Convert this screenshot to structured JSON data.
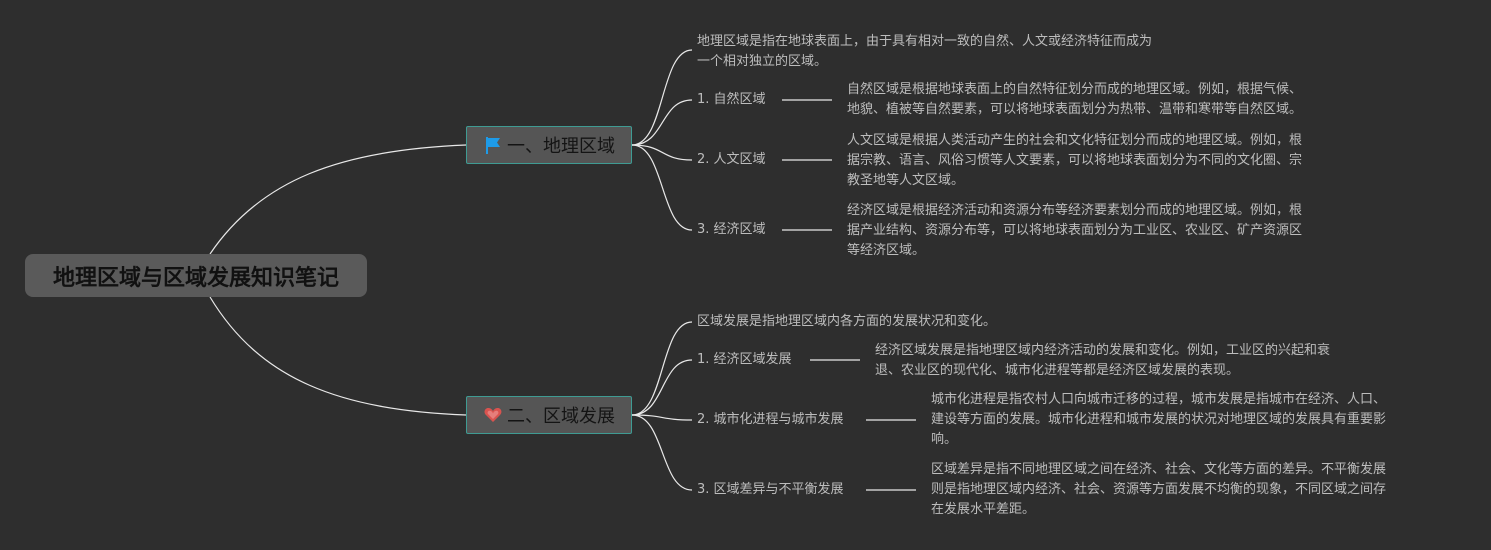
{
  "root": {
    "title": "地理区域与区域发展知识笔记"
  },
  "branches": [
    {
      "title": "一、地理区域",
      "icon": "flag-icon",
      "icon_color": "#1e9be8",
      "definition_lines": [
        "地理区域是指在地球表面上，由于具有相对一致的自然、人文或经济特征而成为",
        "一个相对独立的区域。"
      ],
      "subtopics": [
        {
          "label": "1. 自然区域",
          "detail_lines": [
            "自然区域是根据地球表面上的自然特征划分而成的地理区域。例如，根据气候、",
            "地貌、植被等自然要素，可以将地球表面划分为热带、温带和寒带等自然区域。"
          ]
        },
        {
          "label": "2. 人文区域",
          "detail_lines": [
            "人文区域是根据人类活动产生的社会和文化特征划分而成的地理区域。例如，根",
            "据宗教、语言、风俗习惯等人文要素，可以将地球表面划分为不同的文化圈、宗",
            "教圣地等人文区域。"
          ]
        },
        {
          "label": "3. 经济区域",
          "detail_lines": [
            "经济区域是根据经济活动和资源分布等经济要素划分而成的地理区域。例如，根",
            "据产业结构、资源分布等，可以将地球表面划分为工业区、农业区、矿产资源区",
            "等经济区域。"
          ]
        }
      ]
    },
    {
      "title": "二、区域发展",
      "icon": "heart-icon",
      "icon_color": "#d9534f",
      "definition_lines": [
        "区域发展是指地理区域内各方面的发展状况和变化。"
      ],
      "subtopics": [
        {
          "label": "1. 经济区域发展",
          "detail_lines": [
            "经济区域发展是指地理区域内经济活动的发展和变化。例如，工业区的兴起和衰",
            "退、农业区的现代化、城市化进程等都是经济区域发展的表现。"
          ]
        },
        {
          "label": "2. 城市化进程与城市发展",
          "detail_lines": [
            "城市化进程是指农村人口向城市迁移的过程，城市发展是指城市在经济、人口、",
            "建设等方面的发展。城市化进程和城市发展的状况对地理区域的发展具有重要影",
            "响。"
          ]
        },
        {
          "label": "3. 区域差异与不平衡发展",
          "detail_lines": [
            "区域差异是指不同地理区域之间在经济、社会、文化等方面的差异。不平衡发展",
            "则是指地理区域内经济、社会、资源等方面发展不均衡的现象，不同区域之间存",
            "在发展水平差距。"
          ]
        }
      ]
    }
  ]
}
